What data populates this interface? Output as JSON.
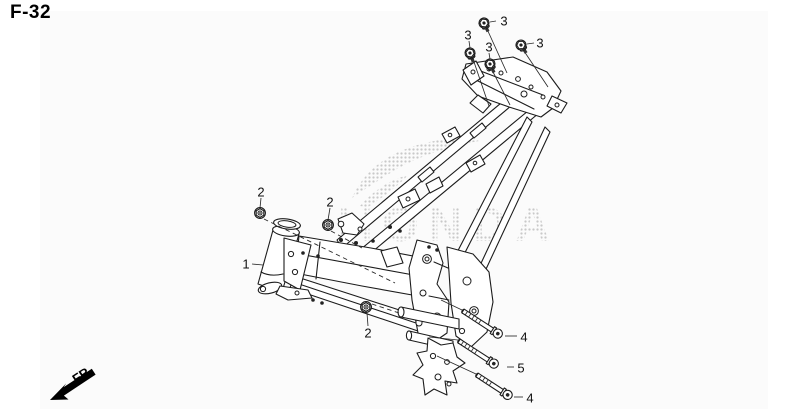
{
  "page": {
    "code": "F-32",
    "background": "#ffffff",
    "scan_area_background": "#fbfbfb"
  },
  "watermark": {
    "text": "HONDA",
    "logo": "honda-wing-logo",
    "color": "#c9c9c9"
  },
  "direction_indicator": {
    "label": "FR."
  },
  "illustration": {
    "subject": "motorcycle-frame-exploded-parts-diagram",
    "ink_color": "#1c1c1c"
  },
  "callouts": [
    {
      "label": "3",
      "part_icon": "flange-bolt-icon"
    },
    {
      "label": "3",
      "part_icon": "flange-bolt-icon"
    },
    {
      "label": "3",
      "part_icon": "flange-bolt-icon"
    },
    {
      "label": "3",
      "part_icon": "flange-bolt-icon"
    },
    {
      "label": "2",
      "part_icon": "flange-nut-icon"
    },
    {
      "label": "2",
      "part_icon": "flange-nut-icon"
    },
    {
      "label": "1",
      "part_icon": "frame-body"
    },
    {
      "label": "2",
      "part_icon": "flange-nut-icon"
    },
    {
      "label": "4",
      "part_icon": "long-flange-bolt-icon"
    },
    {
      "label": "5",
      "part_icon": "long-flange-bolt-icon"
    },
    {
      "label": "4",
      "part_icon": "long-flange-bolt-icon"
    }
  ]
}
